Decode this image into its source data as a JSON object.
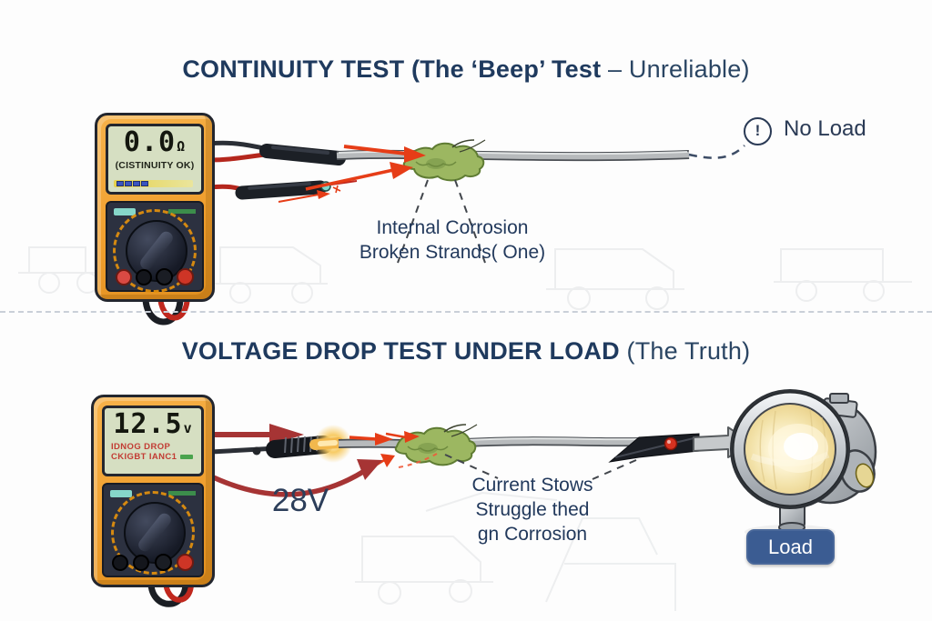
{
  "colors": {
    "navy_text": "#1f3a5e",
    "bright_arrow_red": "#e63d17",
    "dark_arrow_red": "#a63434",
    "corrosion_green": "#9cb761",
    "load_button_blue": "#3b5c92",
    "meter_orange": "#ef9e2d"
  },
  "section_top": {
    "title_main": "CONTINUITY TEST (The ‘Beep’ Test",
    "title_suffix": " – Unreliable)",
    "meter": {
      "reading": "0.0",
      "unit": "Ω",
      "status": "(CISTINUITY OK)"
    },
    "no_load": {
      "icon_glyph": "!",
      "label": "No Load"
    },
    "annotation_line1": "Internal Corrosion",
    "annotation_line2": "Broken Strands( One)"
  },
  "section_bottom": {
    "title_main": "VOLTAGE DROP TEST UNDER LOAD",
    "title_suffix": " (The Truth)",
    "meter": {
      "reading": "12.5",
      "unit": "v",
      "status_line1": "IDNOG DROP",
      "status_line2": "CKIGBT IANC1"
    },
    "voltage_label": "28V",
    "annotation_line1": "Current Stows",
    "annotation_line2": "Struggle thed",
    "annotation_line3": "gn Corrosion",
    "load_label": "Load"
  }
}
